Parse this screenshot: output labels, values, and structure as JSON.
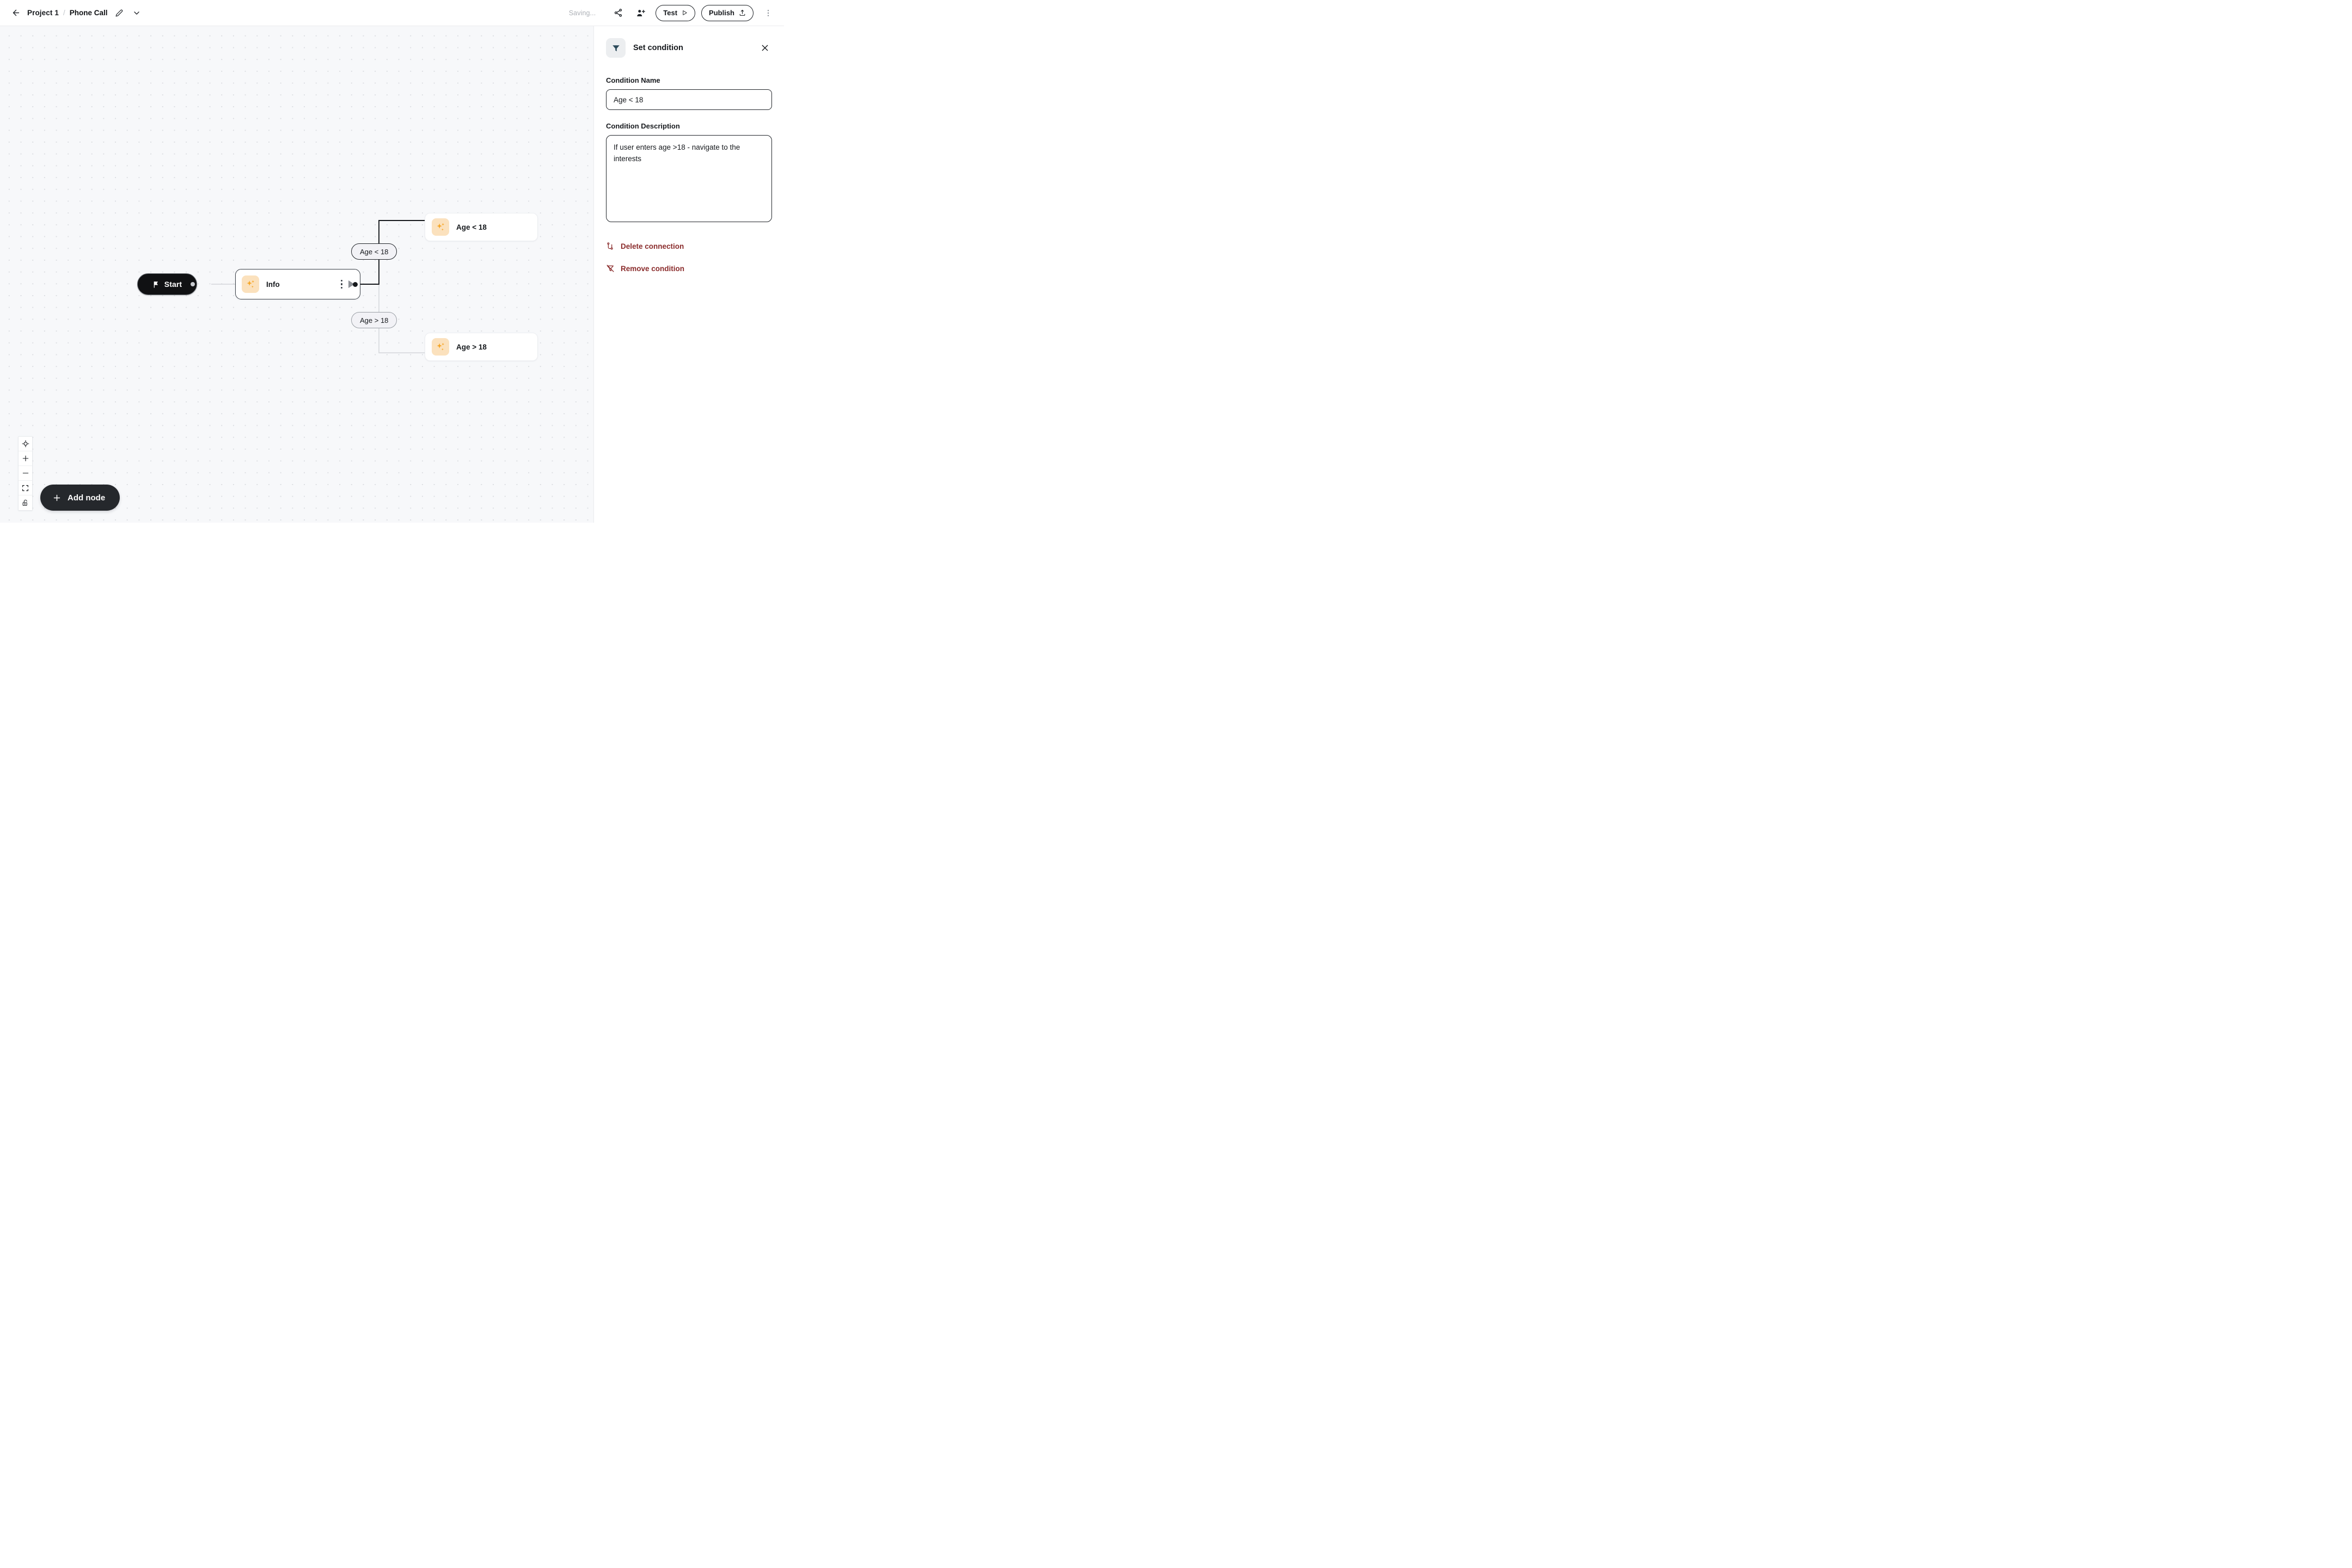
{
  "header": {
    "back_icon": "arrow-left-icon",
    "project_label": "Project 1",
    "separator": "/",
    "flow_title": "Phone Call",
    "edit_icon": "pencil-icon",
    "dropdown_icon": "chevron-down-icon",
    "saving_status": "Saving...",
    "share_icon": "share-icon",
    "invite_icon": "add-person-icon",
    "test_label": "Test",
    "test_icon": "play-icon",
    "publish_label": "Publish",
    "publish_icon": "upload-icon",
    "more_icon": "kebab-menu-icon"
  },
  "canvas": {
    "start_node": {
      "label": "Start",
      "icon": "flag-icon"
    },
    "info_node": {
      "label": "Info",
      "icon": "sparkles-icon",
      "menu_icon": "kebab-menu-icon",
      "run_icon": "play-icon"
    },
    "condition_pills": [
      {
        "label": "Age < 18",
        "state": "selected"
      },
      {
        "label": "Age > 18",
        "state": "normal"
      }
    ],
    "target_nodes": [
      {
        "label": "Age < 18",
        "icon": "sparkles-icon"
      },
      {
        "label": "Age > 18",
        "icon": "sparkles-icon"
      }
    ],
    "controls": [
      {
        "name": "center-view",
        "icon": "crosshair-icon"
      },
      {
        "name": "zoom-in",
        "icon": "plus-icon"
      },
      {
        "name": "zoom-out",
        "icon": "minus-icon"
      },
      {
        "name": "fit-view",
        "icon": "fit-screen-icon"
      },
      {
        "name": "lock-canvas",
        "icon": "unlock-icon"
      }
    ],
    "add_node_label": "Add node",
    "add_node_icon": "plus-icon"
  },
  "panel": {
    "icon": "filter-funnel-icon",
    "title": "Set condition",
    "close_icon": "close-icon",
    "condition_name_label": "Condition Name",
    "condition_name_value": "Age < 18",
    "condition_description_label": "Condition Description",
    "condition_description_value": "If user enters age >18 - navigate to the interests",
    "delete_connection_label": "Delete connection",
    "delete_connection_icon": "unlink-icon",
    "remove_condition_label": "Remove condition",
    "remove_condition_icon": "filter-off-icon"
  },
  "colors": {
    "accent_orange": "#f5a524",
    "spark_bg": "#fbe1bd",
    "danger_red": "#8a2b2b",
    "panel_icon": "#2c4a5a",
    "canvas_bg": "#f7f8fa",
    "dark": "#101113"
  }
}
